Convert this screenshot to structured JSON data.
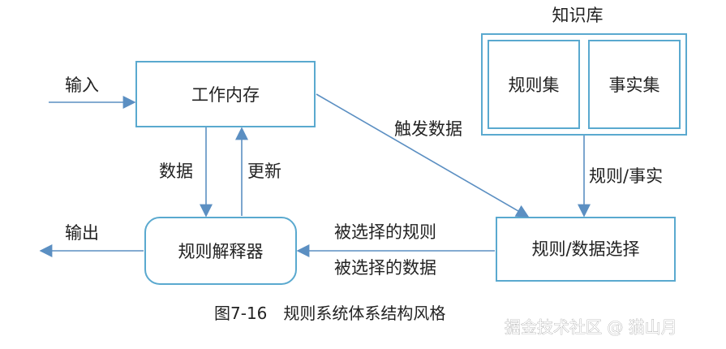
{
  "diagram": {
    "nodes": {
      "working_memory": "工作内存",
      "knowledge_base": "知识库",
      "rule_set": "规则集",
      "fact_set": "事实集",
      "rule_interpreter": "规则解释器",
      "rule_data_selection": "规则/数据选择"
    },
    "edges": {
      "input": "输入",
      "output": "输出",
      "data": "数据",
      "update": "更新",
      "trigger_data": "触发数据",
      "rules_facts": "规则/事实",
      "selected_rules": "被选择的规则",
      "selected_data": "被选择的数据"
    }
  },
  "caption": "图7-16　规则系统体系结构风格",
  "watermark": "掘金技术社区 @ 猫山月",
  "colors": {
    "box_stroke": "#5aa9cf",
    "arrow": "#5b8fc2"
  }
}
